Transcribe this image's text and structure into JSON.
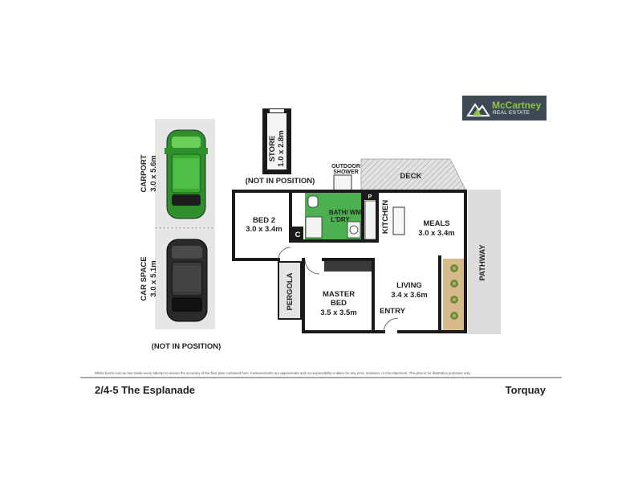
{
  "brand": {
    "name": "McCartney",
    "subtitle": "REAL ESTATE"
  },
  "rooms": {
    "carport": {
      "name": "CARPORT",
      "size": "3.0 x 5.6m"
    },
    "car_space": {
      "name": "CAR SPACE",
      "size": "3.0 x 5.1m"
    },
    "store": {
      "name": "STORE",
      "size": "1.0 x 2.8m"
    },
    "deck": {
      "name": "DECK"
    },
    "outdoor_shower": {
      "line1": "OUTDOOR",
      "line2": "SHOWER"
    },
    "bed2": {
      "name": "BED 2",
      "size": "3.0 x 3.4m"
    },
    "bath": {
      "line1": "BATH/ WM",
      "line2": "L'DRY"
    },
    "kitchen": {
      "name": "KITCHEN"
    },
    "meals": {
      "name": "MEALS",
      "size": "3.0 x 3.4m"
    },
    "pathway": {
      "name": "PATHWAY"
    },
    "pergola": {
      "name": "PERGOLA"
    },
    "master_bed": {
      "line1": "MASTER",
      "line2": "BED",
      "size": "3.5 x 3.5m"
    },
    "living": {
      "name": "LIVING",
      "size": "3.4 x 3.6m"
    },
    "entry": {
      "name": "ENTRY"
    },
    "cupboard": {
      "name": "C"
    },
    "pantry": {
      "name": "P"
    }
  },
  "notes": {
    "not_in_position_top": "(NOT IN POSITION)",
    "not_in_position_bottom": "(NOT IN POSITION)"
  },
  "footer": {
    "disclaimer": "Whilst burrm.com.au has made every attempt to ensure the accuracy of the floor plan contained here, measurements are approximate and no responsibility is taken for any error, omission, or mis-statement. This plan is for illustrative purposes only.",
    "address": "2/4-5 The Esplanade",
    "suburb": "Torquay"
  },
  "colors": {
    "wall": "#1a1a1a",
    "wet_area": "#4caf50",
    "parking_bg": "#e6e6e6",
    "deck": "#d9d9d9",
    "pathway": "#dcdcdc",
    "garden": "#d8b98a",
    "logo_bg": "#3d4a55",
    "logo_green": "#8dc63f"
  },
  "icons": [
    "car-icon",
    "car-icon",
    "logo-mountain-icon",
    "plant-icon"
  ]
}
